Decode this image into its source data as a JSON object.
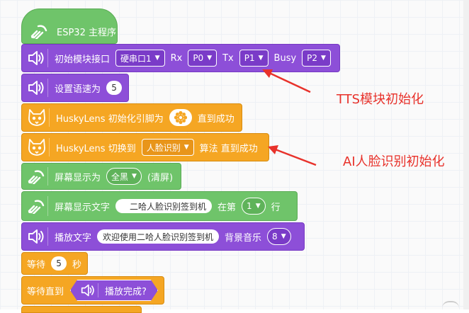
{
  "blocks": {
    "main": {
      "label": "ESP32 主程序"
    },
    "tts_init": {
      "label": "初始模块接口",
      "port": "硬串口1",
      "rx_label": "Rx",
      "rx": "P0",
      "tx_label": "Tx",
      "tx": "P1",
      "busy_label": "Busy",
      "busy": "P2"
    },
    "speed": {
      "label": "设置语速为",
      "value": "5"
    },
    "husky_init": {
      "label": "HuskyLens 初始化引脚为",
      "suffix": "直到成功"
    },
    "husky_algo": {
      "label": "HuskyLens 切换到",
      "algo": "人脸识别",
      "suffix": "算法 直到成功"
    },
    "screen_color": {
      "label": "屏幕显示为",
      "color": "全黑",
      "suffix": "(清屏)"
    },
    "screen_text": {
      "label": "屏幕显示文字",
      "text": "二哈人脸识别签到机",
      "mid": "在第",
      "line": "1",
      "suffix": "行"
    },
    "play_text": {
      "label": "播放文字",
      "text": "欢迎使用二哈人脸识别签到机",
      "music_label": "背景音乐",
      "music": "8"
    },
    "wait": {
      "label": "等待",
      "value": "5",
      "unit": "秒"
    },
    "wait_until": {
      "label": "等待直到",
      "cond": "播放完成?"
    }
  },
  "annotations": {
    "tts": "TTS模块初始化",
    "ai": "AI人脸识别初始化"
  },
  "colors": {
    "green": "#6fc46a",
    "purple": "#8d4fd8",
    "orange": "#f5a623",
    "annotation": "#e8322b"
  }
}
